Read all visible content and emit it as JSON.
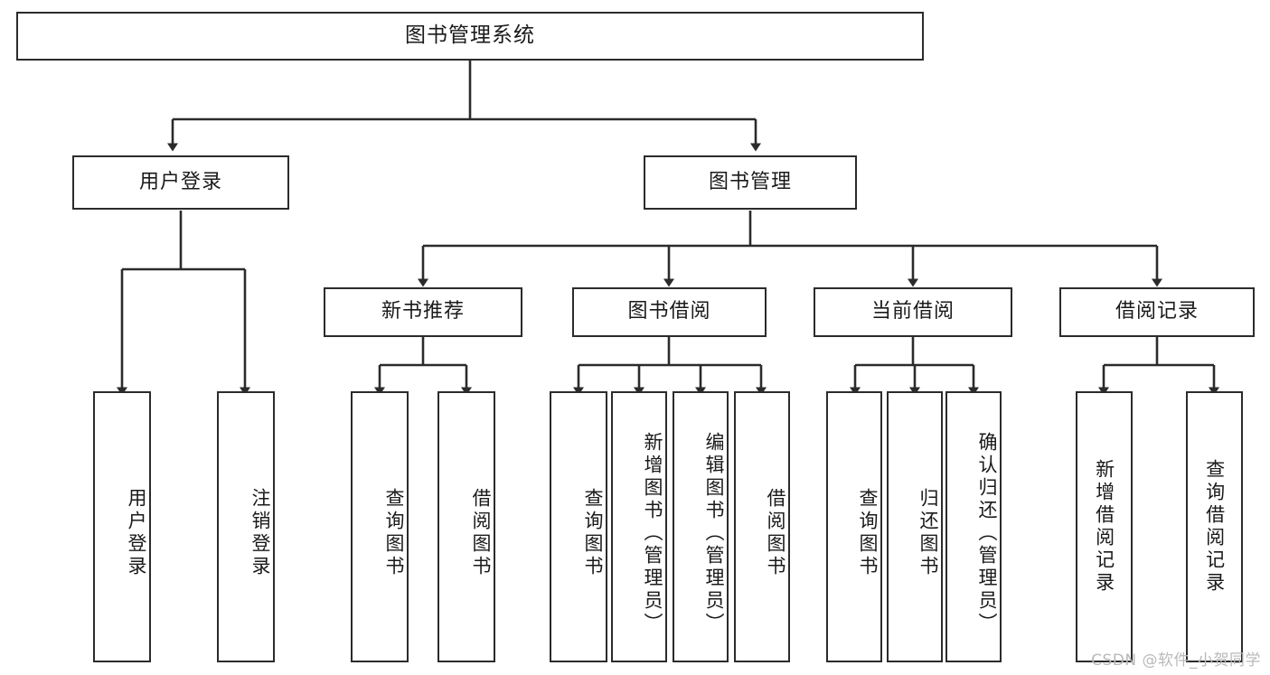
{
  "diagram": {
    "title": "图书管理系统",
    "type": "tree-hierarchy-chart",
    "theme": {
      "background": "#ffffff",
      "box_border": "#2b2b2b",
      "box_fill": "#ffffff",
      "connector": "#2b2b2b",
      "text": "#1a1a1a",
      "watermark": "#b9b9b9"
    },
    "root": {
      "label": "图书管理系统"
    },
    "level2": [
      {
        "id": "user-login",
        "label": "用户登录"
      },
      {
        "id": "book-management",
        "label": "图书管理"
      }
    ],
    "level3": [
      {
        "id": "new-book-recommend",
        "label": "新书推荐"
      },
      {
        "id": "book-borrow",
        "label": "图书借阅"
      },
      {
        "id": "current-borrow",
        "label": "当前借阅"
      },
      {
        "id": "borrow-record",
        "label": "借阅记录"
      }
    ],
    "leaves": {
      "user_login": [
        {
          "id": "leaf-user-login",
          "label": "用户登录"
        },
        {
          "id": "leaf-user-logout",
          "label": "注销登录"
        }
      ],
      "new_book_recommend": [
        {
          "id": "leaf-query-book-1",
          "label": "查询图书"
        },
        {
          "id": "leaf-borrow-book-1",
          "label": "借阅图书"
        }
      ],
      "book_borrow": [
        {
          "id": "leaf-query-book-2",
          "label": "查询图书"
        },
        {
          "id": "leaf-add-book",
          "label": "新增图书（管理员）"
        },
        {
          "id": "leaf-edit-book",
          "label": "编辑图书（管理员）"
        },
        {
          "id": "leaf-borrow-book-2",
          "label": "借阅图书"
        }
      ],
      "current_borrow": [
        {
          "id": "leaf-query-book-3",
          "label": "查询图书"
        },
        {
          "id": "leaf-return-book",
          "label": "归还图书"
        },
        {
          "id": "leaf-confirm-return",
          "label": "确认归还（管理员）"
        }
      ],
      "borrow_record": [
        {
          "id": "leaf-add-record",
          "label": "新增借阅记录"
        },
        {
          "id": "leaf-query-record",
          "label": "查询借阅记录"
        }
      ]
    }
  },
  "watermark": {
    "text": "CSDN @软件_小贺同学"
  }
}
